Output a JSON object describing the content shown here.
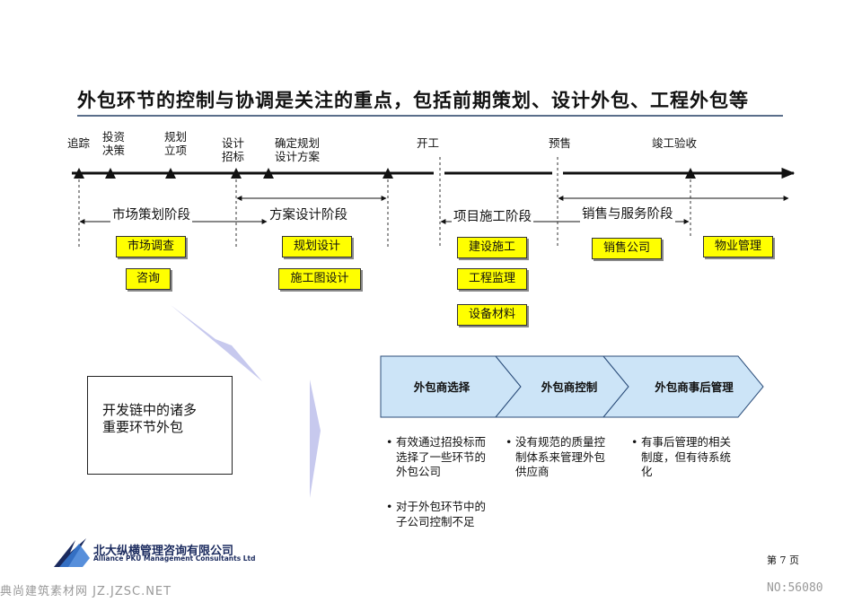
{
  "title": "外包环节的控制与协调是关注的重点，包括前期策划、设计外包、工程外包等",
  "milestones": [
    "追踪",
    "投资\n决策",
    "规划\n立项",
    "设计\n招标",
    "确定规划\n设计方案",
    "开工",
    "预售",
    "竣工验收"
  ],
  "phases": [
    "市场策划阶段",
    "方案设计阶段",
    "项目施工阶段",
    "销售与服务阶段"
  ],
  "activities": [
    "市场调查",
    "咨询",
    "规划设计",
    "施工图设计",
    "建设施工",
    "工程监理",
    "设备材料",
    "销售公司",
    "物业管理"
  ],
  "summary_box": "开发链中的诸多\n重要环节外包",
  "process_steps": [
    "外包商选择",
    "外包商控制",
    "外包商事后管理"
  ],
  "step_notes": [
    [
      "有效通过招投标而选择了一些环节的外包公司",
      "对于外包环节中的子公司控制不足"
    ],
    [
      "没有规范的质量控制体系来管理外包供应商"
    ],
    [
      "有事后管理的相关制度，但有待系统化"
    ]
  ],
  "logo": {
    "cn": "北大纵横管理咨询有限公司",
    "en": "Alliance PKU Management Consultants Ltd"
  },
  "page_label": "第 7 页",
  "watermark_left": "典尚建筑素材网 JZ.JZSC.NET",
  "watermark_right": "NO:56080",
  "colors": {
    "highlight": "#ffff00",
    "chevron_fill": "#cce4f7",
    "pointer_fill": "#c7c9ee",
    "title_rule": "#5a6e8a"
  }
}
